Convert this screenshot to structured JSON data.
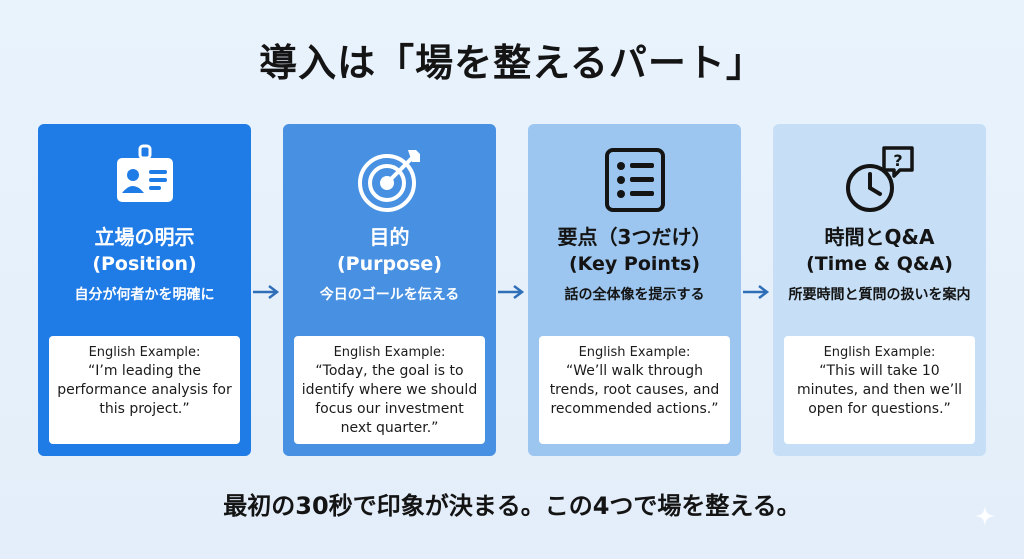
{
  "title": "導入は「場を整えるパート」",
  "cards": [
    {
      "icon": "id-badge-icon",
      "heading": "立場の明示",
      "sub": "(Position)",
      "desc": "自分が何者かを明確に",
      "example_label": "English Example:",
      "example_quote": "“I’m leading the performance analysis for this project.”"
    },
    {
      "icon": "target-icon",
      "heading": "目的",
      "sub": "(Purpose)",
      "desc": "今日のゴールを伝える",
      "example_label": "English Example:",
      "example_quote": "“Today, the goal is to identify where we should focus our investment next quarter.”"
    },
    {
      "icon": "list-icon",
      "heading": "要点（3つだけ）",
      "sub": "(Key Points)",
      "desc": "話の全体像を提示する",
      "example_label": "English Example:",
      "example_quote": "“We’ll walk through trends, root causes, and recommended actions.”"
    },
    {
      "icon": "clock-question-icon",
      "heading": "時間とQ&A",
      "sub": "(Time & Q&A)",
      "desc": "所要時間と質問の扱いを案内",
      "example_label": "English Example:",
      "example_quote": "“This will take 10 minutes, and then we’ll open for questions.”"
    }
  ],
  "footer": "最初の30秒で印象が決まる。この4つで場を整える。",
  "colors": {
    "background": "#e6f1fb",
    "card1": "#1f7be6",
    "card2": "#4790e2",
    "card3": "#9cc6ef",
    "card4": "#c6dff6",
    "arrow": "#2f6fb8"
  }
}
